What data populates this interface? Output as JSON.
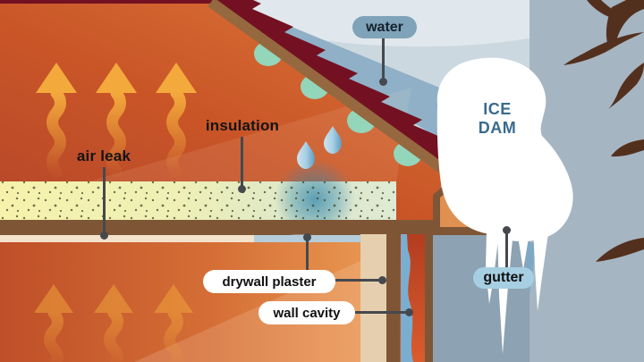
{
  "labels": {
    "water": "water",
    "insulation": "insulation",
    "air_leak": "air leak",
    "ice_dam": {
      "line1": "ICE",
      "line2": "DAM"
    },
    "drywall_plaster": "drywall plaster",
    "wall_cavity": "wall cavity",
    "gutter": "gutter"
  },
  "colors": {
    "sky_light": "#ccd8e0",
    "sky_glow": "#e0e8ed",
    "sky_right": "#a6b5c2",
    "sky_below_eave": "#8da2b2",
    "water_blue": "#8fb0c7",
    "shingle_maroon": "#731122",
    "deck_brown": "#96683f",
    "frame_brown": "#7e5636",
    "attic_orange": "#cf5c2d",
    "insulation_yellow": "#f6f2ac",
    "insulation_green": "#dbe7ce",
    "wet_spot_blue": "#2f86ac",
    "ceiling_cream": "#f3e2cc",
    "ceiling_water": "#b5cdda",
    "drywall_tan": "#e5cfae",
    "cavity_red": "#c94a26",
    "leak_water_blue": "#7aaed0",
    "ice_white": "#ffffff",
    "icicle_blue": "#7fa8c4",
    "gutter_gray": "#bcbcbc",
    "drip_teal": "#93d6ba",
    "arrow_orange": "#f3a93c",
    "branch_brown": "#53301d",
    "leader_gray": "#45494e",
    "ice_dam_text": "#3a6b8d"
  }
}
